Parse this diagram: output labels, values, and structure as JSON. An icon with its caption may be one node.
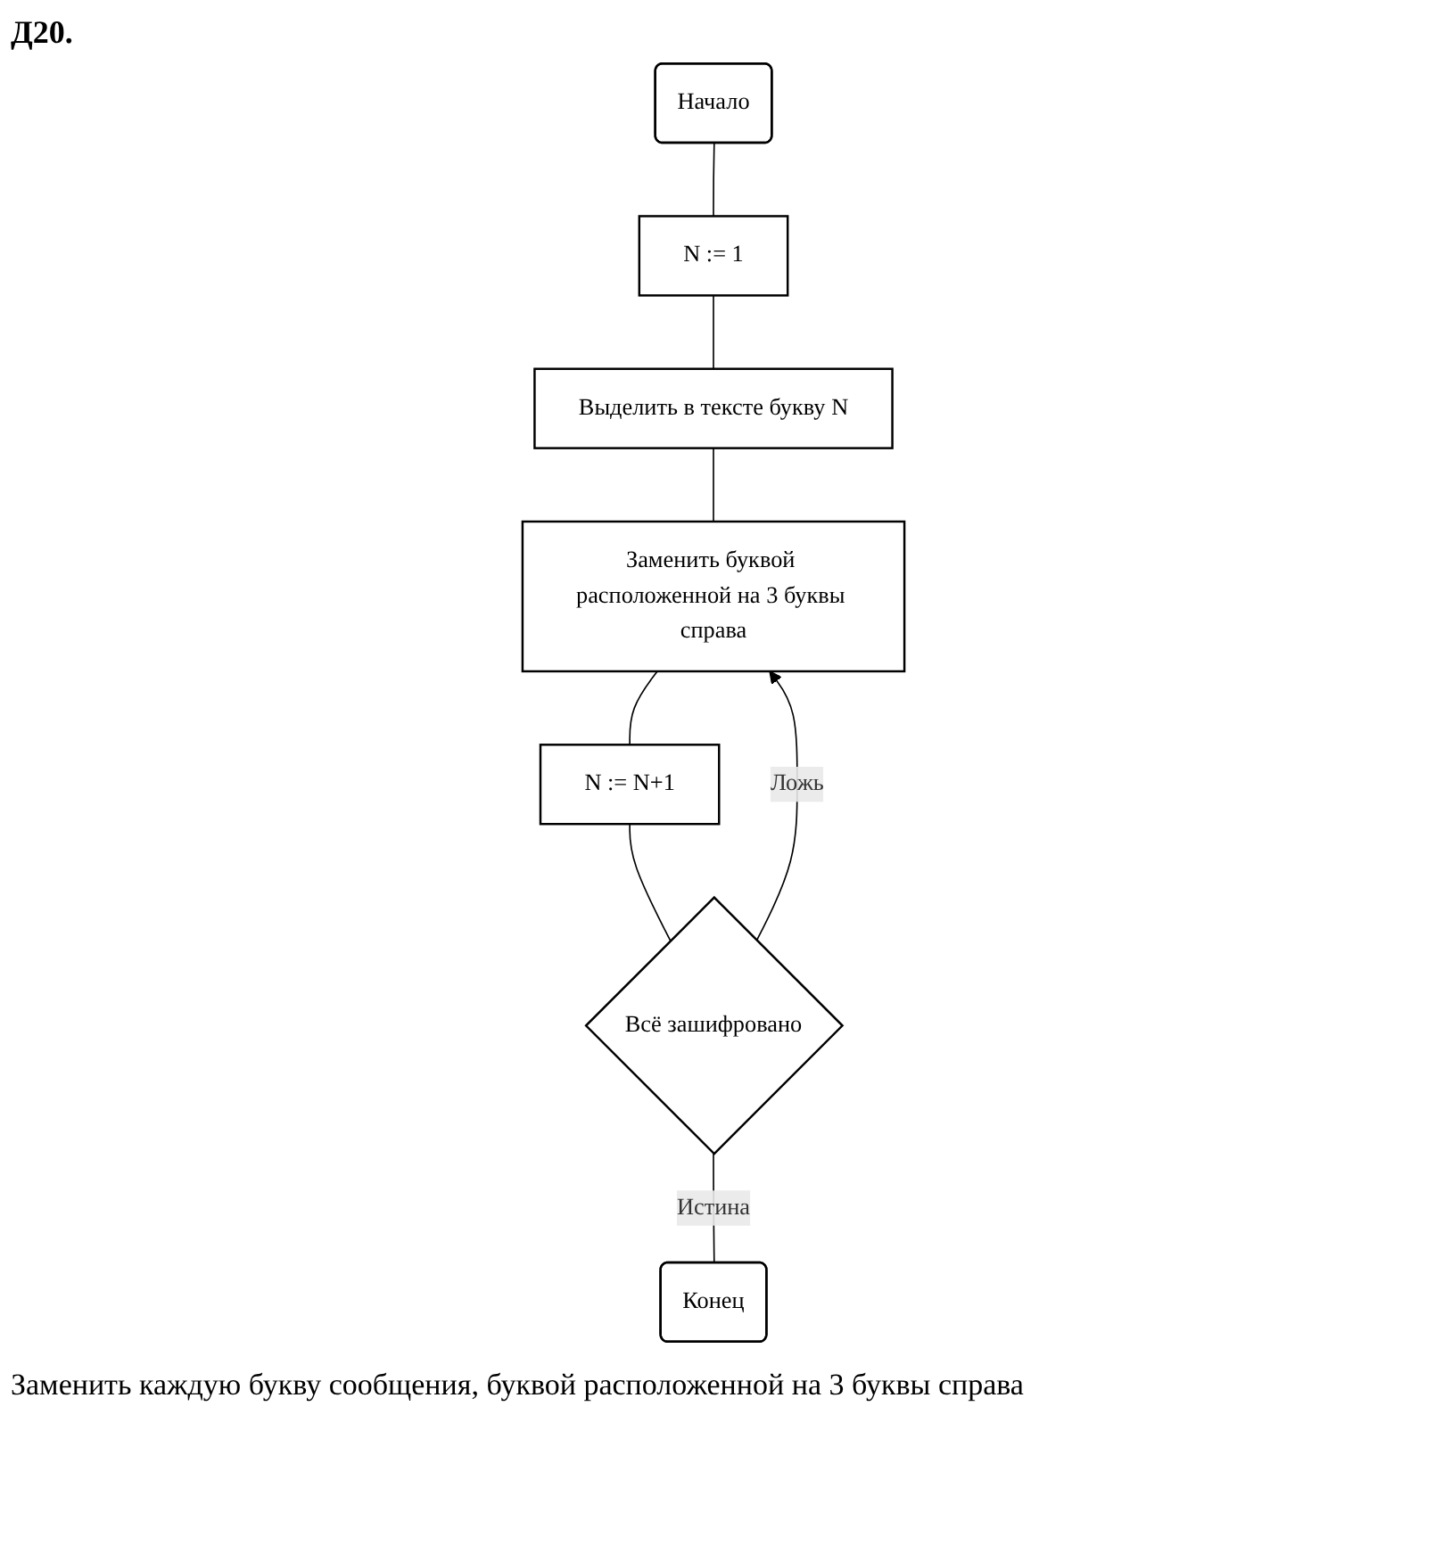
{
  "diagram": {
    "title": "Д20.",
    "caption": "Заменить каждую букву сообщения, буквой расположенной на 3 буквы справа",
    "nodes": [
      {
        "text": [
          "Начало"
        ]
      },
      {
        "text": [
          "N := 1"
        ]
      },
      {
        "text": [
          "Выделить в тексте букву N"
        ]
      },
      {
        "text": [
          "Заменить буквой расположенной на 3 буквы справа"
        ]
      },
      {
        "text": [
          "N := N+1"
        ]
      },
      {
        "text": [
          "Всё зашифровано"
        ]
      },
      {
        "text": [
          "Конец"
        ]
      }
    ],
    "edges": [
      {
        "from": 0,
        "to": 1,
        "arrow": "none"
      },
      {
        "from": 1,
        "to": 2,
        "arrow": "none"
      },
      {
        "from": 2,
        "to": 3,
        "arrow": "none"
      },
      {
        "from": 3,
        "to": 4,
        "arrow": "none"
      },
      {
        "from": 4,
        "to": 5,
        "arrow": "none"
      },
      {
        "from": 5,
        "to": 3,
        "arrow": "to",
        "label": "Ложь"
      },
      {
        "from": 5,
        "to": 6,
        "arrow": "none",
        "label": "Истина"
      }
    ]
  }
}
